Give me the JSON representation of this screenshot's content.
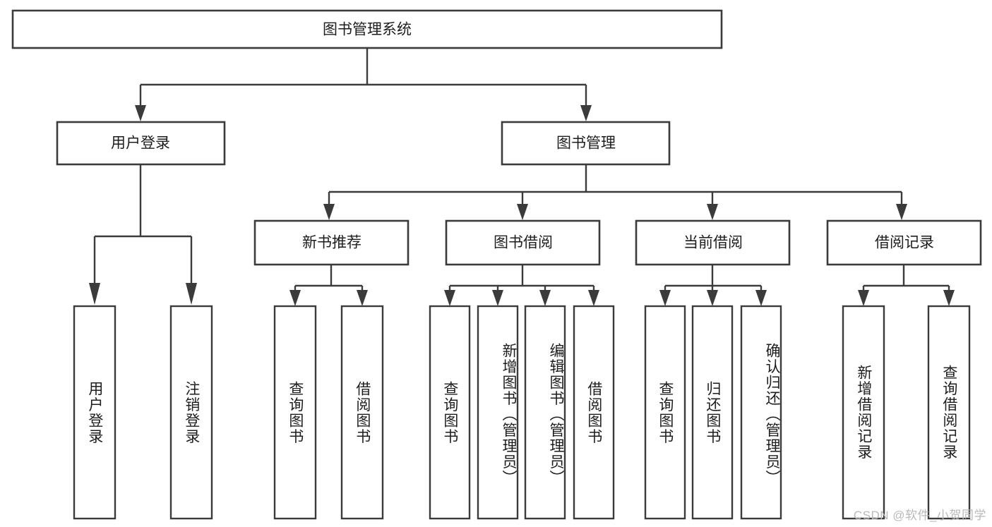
{
  "diagram": {
    "type": "tree",
    "title": "图书管理系统",
    "root": {
      "id": "root",
      "label": "图书管理系统",
      "orientation": "horizontal"
    },
    "level2": [
      {
        "id": "user-login",
        "label": "用户登录",
        "orientation": "horizontal"
      },
      {
        "id": "book-manage",
        "label": "图书管理",
        "orientation": "horizontal"
      }
    ],
    "level3": [
      {
        "id": "new-book-rec",
        "label": "新书推荐",
        "orientation": "horizontal",
        "parent": "book-manage"
      },
      {
        "id": "book-borrow",
        "label": "图书借阅",
        "orientation": "horizontal",
        "parent": "book-manage"
      },
      {
        "id": "current-borrow",
        "label": "当前借阅",
        "orientation": "horizontal",
        "parent": "book-manage"
      },
      {
        "id": "borrow-record",
        "label": "借阅记录",
        "orientation": "horizontal",
        "parent": "book-manage"
      }
    ],
    "leaves": [
      {
        "id": "leaf-user-login",
        "label": "用户登录",
        "orientation": "vertical",
        "parent": "user-login"
      },
      {
        "id": "leaf-logout-login",
        "label": "注销登录",
        "orientation": "vertical",
        "parent": "user-login"
      },
      {
        "id": "leaf-query-book-1",
        "label": "查询图书",
        "orientation": "vertical",
        "parent": "new-book-rec"
      },
      {
        "id": "leaf-borrow-book-1",
        "label": "借阅图书",
        "orientation": "vertical",
        "parent": "new-book-rec"
      },
      {
        "id": "leaf-query-book-2",
        "label": "查询图书",
        "orientation": "vertical",
        "parent": "book-borrow"
      },
      {
        "id": "leaf-add-book-admin",
        "label": "新增图书（管理员）",
        "orientation": "vertical",
        "parent": "book-borrow"
      },
      {
        "id": "leaf-edit-book-admin",
        "label": "编辑图书（管理员）",
        "orientation": "vertical",
        "parent": "book-borrow"
      },
      {
        "id": "leaf-borrow-book-2",
        "label": "借阅图书",
        "orientation": "vertical",
        "parent": "book-borrow"
      },
      {
        "id": "leaf-query-book-3",
        "label": "查询图书",
        "orientation": "vertical",
        "parent": "current-borrow"
      },
      {
        "id": "leaf-return-book",
        "label": "归还图书",
        "orientation": "vertical",
        "parent": "current-borrow"
      },
      {
        "id": "leaf-confirm-return-admin",
        "label": "确认归还（管理员）",
        "orientation": "vertical",
        "parent": "current-borrow"
      },
      {
        "id": "leaf-add-borrow-record",
        "label": "新增借阅记录",
        "orientation": "vertical",
        "parent": "borrow-record"
      },
      {
        "id": "leaf-query-borrow-record",
        "label": "查询借阅记录",
        "orientation": "vertical",
        "parent": "borrow-record"
      }
    ]
  },
  "watermark": {
    "text": "CSDN @软件_小贺同学"
  },
  "colors": {
    "stroke": "#3b3b3b",
    "box_fill": "#ffffff",
    "text": "#1d1d1d",
    "background": "#ffffff",
    "watermark": "#b9b9b9"
  }
}
